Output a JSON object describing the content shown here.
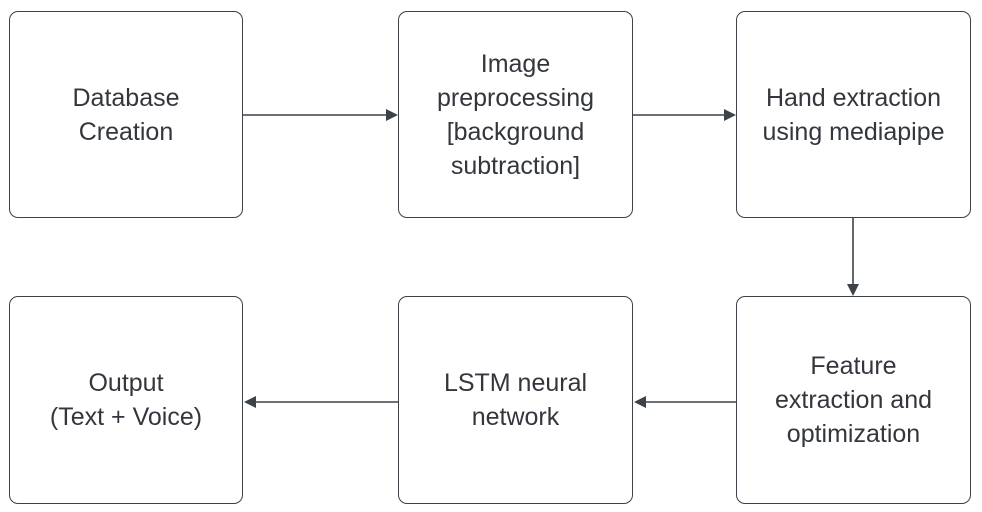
{
  "diagram": {
    "nodes": [
      {
        "id": "database-creation",
        "lines": [
          "Database",
          "Creation"
        ]
      },
      {
        "id": "image-preprocessing",
        "lines": [
          "Image",
          "preprocessing",
          "[background",
          "subtraction]"
        ]
      },
      {
        "id": "hand-extraction",
        "lines": [
          "Hand extraction",
          "using mediapipe"
        ]
      },
      {
        "id": "feature-extraction",
        "lines": [
          "Feature",
          "extraction and",
          "optimization"
        ]
      },
      {
        "id": "lstm-network",
        "lines": [
          "LSTM neural",
          "network"
        ]
      },
      {
        "id": "output",
        "lines": [
          "Output",
          "(Text + Voice)"
        ]
      }
    ],
    "edges": [
      {
        "from": "database-creation",
        "to": "image-preprocessing"
      },
      {
        "from": "image-preprocessing",
        "to": "hand-extraction"
      },
      {
        "from": "hand-extraction",
        "to": "feature-extraction"
      },
      {
        "from": "feature-extraction",
        "to": "lstm-network"
      },
      {
        "from": "lstm-network",
        "to": "output"
      }
    ],
    "colors": {
      "stroke": "#3d4148",
      "text": "#33373d",
      "background": "#ffffff"
    }
  }
}
